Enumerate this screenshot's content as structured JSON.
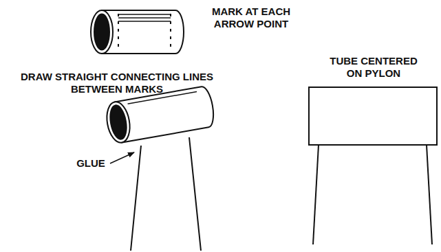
{
  "diagram": {
    "labels": [
      "MARK AT EACH ARROW POINT",
      "DRAW STRAIGHT CONNECTING LINES BETWEEN MARKS",
      "GLUE",
      "TUBE CENTERED ON PYLON"
    ]
  }
}
